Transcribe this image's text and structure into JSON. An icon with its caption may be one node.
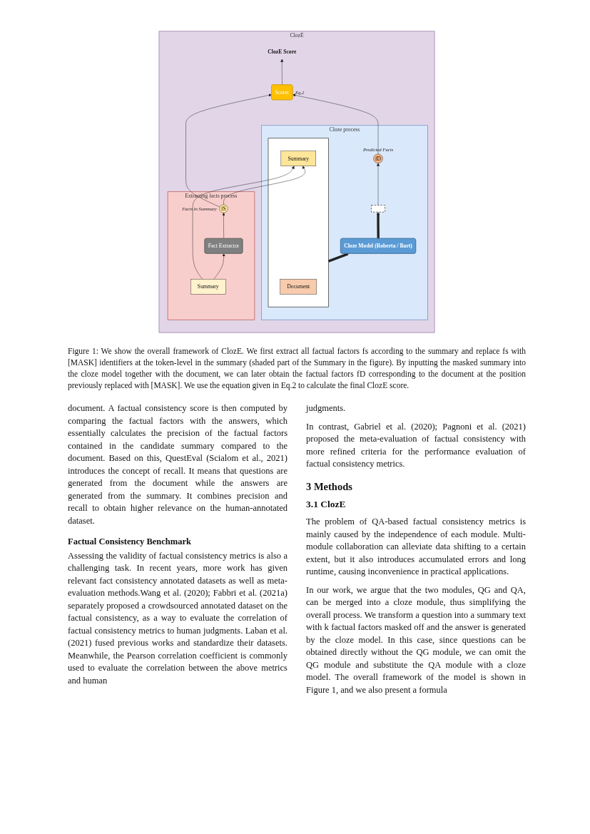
{
  "diagram": {
    "caption": "Figure 1: We show the overall framework of ClozE. We first extract all factual factors fs according to the summary and replace fs with [MASK] identifiers at the token-level in the summary (shaded part of the Summary in the figure). By inputting the masked summary into the cloze model together with the document, we can later obtain the factual factors fD corresponding to the document at the position previously replaced with [MASK]. We use the equation given in Eq.2 to calculate the final ClozE score.",
    "nodes": [
      {
        "text": [
          "ClozE"
        ]
      },
      {
        "text": [
          "Cloze process"
        ],
        "in": 0
      },
      {
        "text": [],
        "shape": "box",
        "in": 1
      },
      {
        "text": [
          "fD"
        ],
        "beside": [
          "Predicted Facts"
        ],
        "in": 1
      },
      {
        "text": [
          "Cloze Model (Roberta / Bart)"
        ],
        "in": 1
      },
      {
        "text": [],
        "shape": "box",
        "in": 1
      },
      {
        "text": [
          "Document"
        ],
        "in": 5
      },
      {
        "text": [
          "Summary"
        ],
        "in": 5
      },
      {
        "text": [
          "Scorer"
        ],
        "beside": [
          "Eq.2"
        ],
        "in": 0
      },
      {
        "text": [
          "ClozE Score"
        ],
        "in": 0
      },
      {
        "text": [
          "Extracting facts process"
        ],
        "in": 0
      },
      {
        "text": [
          "fS"
        ],
        "beside": [
          "Facts in Summary"
        ],
        "in": 10
      },
      {
        "text": [
          "Fact Extractor"
        ],
        "in": 10
      },
      {
        "text": [
          "Summary"
        ],
        "in": 10
      }
    ],
    "edges": [
      {
        "from": 5,
        "to": 4,
        "arrow": "to",
        "style": "thick"
      },
      {
        "from": 4,
        "to": 2,
        "arrow": "to",
        "style": "thick"
      },
      {
        "from": 2,
        "to": 3,
        "arrow": "to"
      },
      {
        "from": 3,
        "to": 8,
        "arrow": "to"
      },
      {
        "from": 8,
        "to": 9,
        "arrow": "to"
      },
      {
        "from": 13,
        "to": 12,
        "arrow": "to"
      },
      {
        "from": 12,
        "to": 11,
        "arrow": "to"
      },
      {
        "from": 11,
        "to": 8,
        "arrow": "to"
      },
      {
        "from": 11,
        "to": 7,
        "arrow": "to"
      },
      {
        "from": 13,
        "to": 7,
        "arrow": "to"
      }
    ],
    "labels": [
      "document. A factual consistency score is then computed by comparing the factual factors with the answers, which essentially calculates the precision of the factual factors contained in the candidate summary compared to the document. Based on this, QuestEval (Scialom et al., 2021) introduces the concept of recall. It means that questions are generated from the document while the answers are generated from the summary. It combines precision and recall to obtain higher relevance on the human-annotated dataset.",
      "Factual Consistency Benchmark",
      "Assessing the validity of factual consistency metrics is also a challenging task. In recent years, more work has given relevant fact consistency annotated datasets as well as meta-evaluation methods.Wang et al. (2020); Fabbri et al. (2021a) separately proposed a crowdsourced annotated dataset on the factual consistency, as a way to evaluate the correlation of factual consistency metrics to human judgments. Laban et al. (2021) fused previous works and standardize their datasets. Meanwhile, the Pearson correlation coefficient is commonly used to evaluate the correlation between the above metrics and human",
      "judgments.",
      "In contrast, Gabriel et al. (2020); Pagnoni et al. (2021) proposed the meta-evaluation of factual consistency with more refined criteria for the performance evaluation of factual consistency metrics.",
      "3 Methods",
      "3.1 ClozE",
      "The problem of QA-based factual consistency metrics is mainly caused by the independence of each module. Multi-module collaboration can alleviate data shifting to a certain extent, but it also introduces accumulated errors and long runtime, causing inconvenience in practical applications.",
      "In our work, we argue that the two modules, QG and QA, can be merged into a cloze module, thus simplifying the overall process. We transform a question into a summary text with k factual factors masked off and the answer is generated by the cloze model. In this case, since questions can be obtained directly without the QG module, we can omit the QG module and substitute the QA module with a cloze model. The overall framework of the model is shown in Figure 1, and we also present a formula"
    ]
  }
}
